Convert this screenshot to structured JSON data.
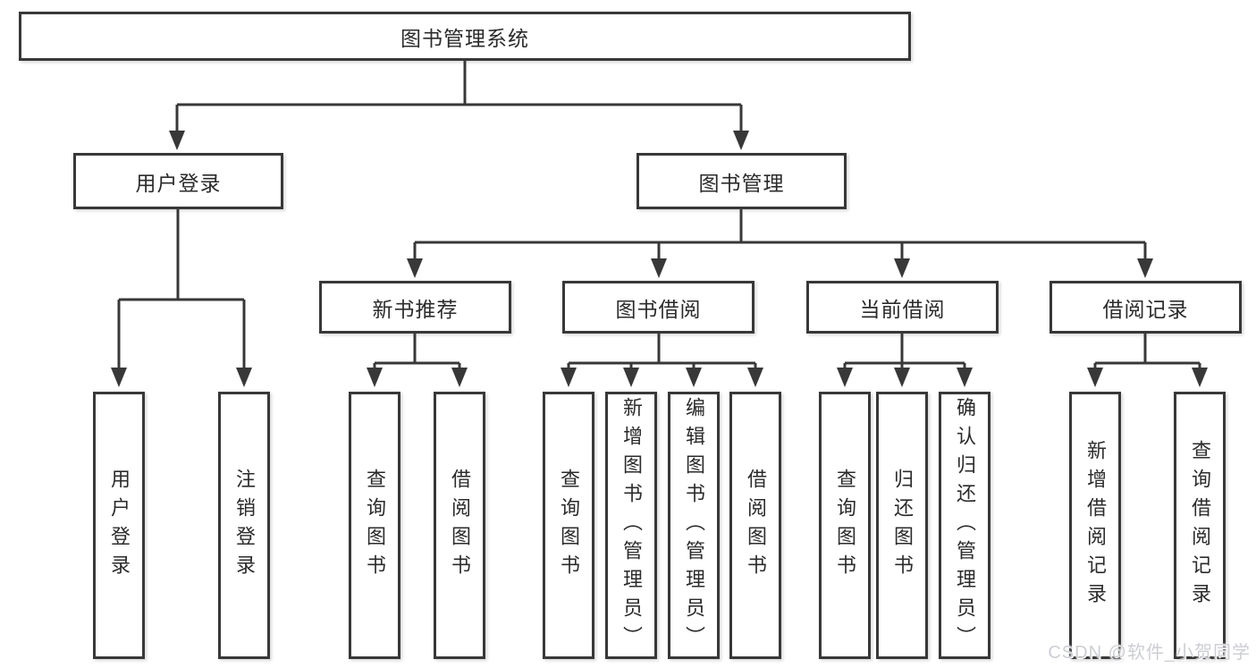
{
  "title": "图书管理系统",
  "watermark": {
    "text": "CSDN @软件_小贺同学"
  },
  "colors": {
    "line": "#383838",
    "text": "#2b2b2b",
    "box_bg": "#ffffff",
    "page_bg": "#ffffff",
    "watermark": "#ccced3"
  },
  "tree": {
    "root": {
      "label": "图书管理系统"
    },
    "user_login": {
      "label": "用户登录",
      "children": [
        {
          "label": "用户登录"
        },
        {
          "label": "注销登录"
        }
      ]
    },
    "book_mgmt": {
      "label": "图书管理",
      "sections": [
        {
          "label": "新书推荐",
          "children": [
            {
              "label": "查询图书"
            },
            {
              "label": "借阅图书"
            }
          ]
        },
        {
          "label": "图书借阅",
          "children": [
            {
              "label": "查询图书"
            },
            {
              "label": "新增图书（管理员）"
            },
            {
              "label": "编辑图书（管理员）"
            },
            {
              "label": "借阅图书"
            }
          ]
        },
        {
          "label": "当前借阅",
          "children": [
            {
              "label": "查询图书"
            },
            {
              "label": "归还图书"
            },
            {
              "label": "确认归还（管理员）"
            }
          ]
        },
        {
          "label": "借阅记录",
          "children": [
            {
              "label": "新增借阅记录"
            },
            {
              "label": "查询借阅记录"
            }
          ]
        }
      ]
    }
  }
}
